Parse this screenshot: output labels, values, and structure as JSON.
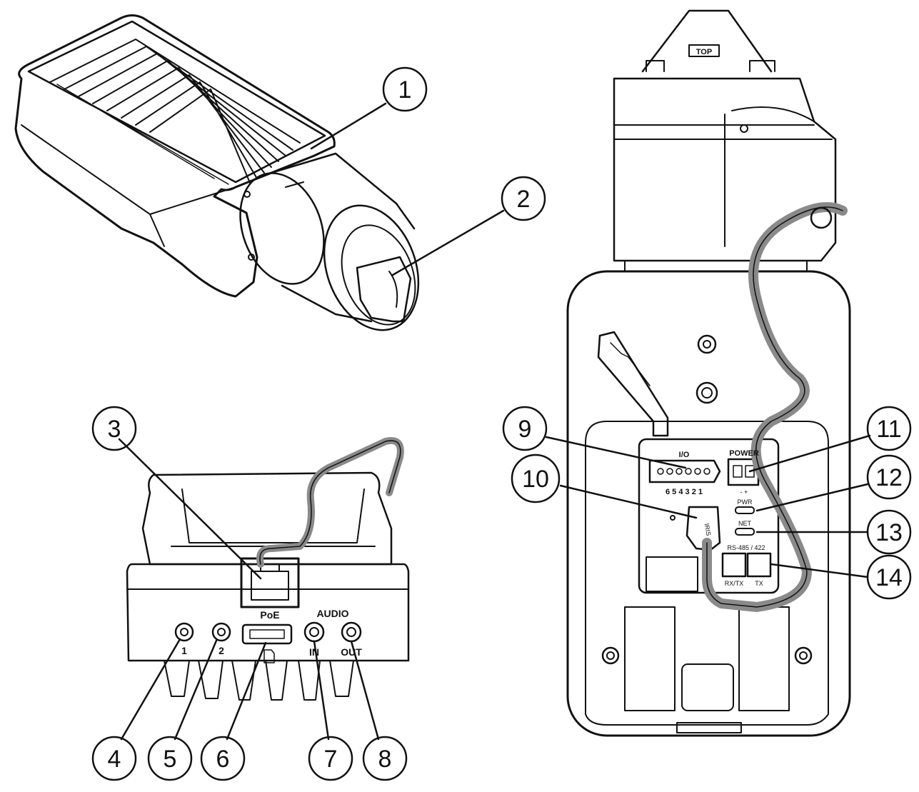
{
  "callouts": [
    "1",
    "2",
    "3",
    "4",
    "5",
    "6",
    "7",
    "8",
    "9",
    "10",
    "11",
    "12",
    "13",
    "14"
  ],
  "labels": {
    "top": "TOP",
    "poe": "PoE",
    "audio": "AUDIO",
    "audio_in": "IN",
    "audio_out": "OUT",
    "port1": "1",
    "port2": "2",
    "io": "I/O",
    "io_pins": "6 5 4 3 2 1",
    "power": "POWER",
    "power_polarity": "- +",
    "pwr": "PWR",
    "net": "NET",
    "rs485": "RS-485 / 422",
    "rxtx": "RX/TX",
    "tx": "TX",
    "iris": "IRIS"
  },
  "colors": {
    "line": "#111111",
    "cable": "#8a8a8a",
    "fill": "#ffffff"
  }
}
